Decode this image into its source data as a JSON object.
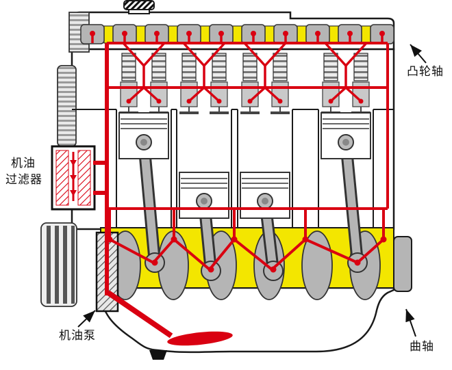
{
  "diagram": {
    "labels": {
      "camshaft": "凸轮轴",
      "oil_filter_line1": "机油",
      "oil_filter_line2": "过滤器",
      "oil_pump": "机油泵",
      "crankshaft": "曲轴"
    },
    "colors": {
      "oil_red": "#d90011",
      "highlight_yellow": "#f3e600",
      "part_gray": "#b5b5b5",
      "outline": "#1a1a1a"
    }
  }
}
